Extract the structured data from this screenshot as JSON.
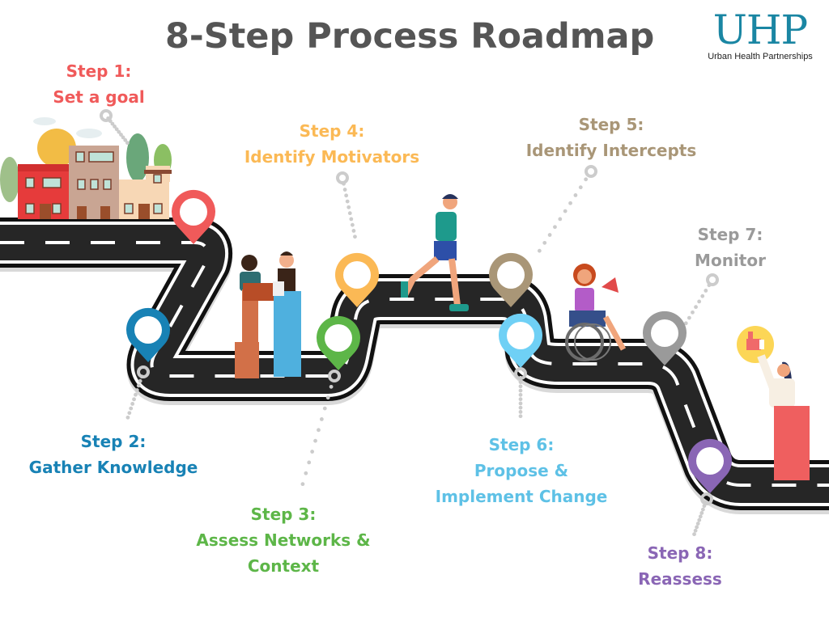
{
  "header": {
    "title": "8-Step Process Roadmap"
  },
  "logo": {
    "mark": "UHP",
    "subtitle": "Urban Health Partnerships",
    "color": "#1a86a3"
  },
  "steps": [
    {
      "number": "Step 1:",
      "lines": [
        "Set a goal"
      ],
      "color": "#f05a5a",
      "pin_color": "#f05a5a"
    },
    {
      "number": "Step 2:",
      "lines": [
        "Gather Knowledge"
      ],
      "color": "#1882b5",
      "pin_color": "#1882b5"
    },
    {
      "number": "Step 3:",
      "lines": [
        "Assess Networks &",
        "Context"
      ],
      "color": "#5db648",
      "pin_color": "#5db648"
    },
    {
      "number": "Step 4:",
      "lines": [
        "Identify Motivators"
      ],
      "color": "#fbb955",
      "pin_color": "#fbb955"
    },
    {
      "number": "Step 5:",
      "lines": [
        "Identify Intercepts"
      ],
      "color": "#a99677",
      "pin_color": "#a99677"
    },
    {
      "number": "Step 6:",
      "lines": [
        "Propose &",
        "Implement Change"
      ],
      "color": "#5ec1e6",
      "pin_color": "#6fd0f5"
    },
    {
      "number": "Step 7:",
      "lines": [
        "Monitor"
      ],
      "color": "#9a9a9a",
      "pin_color": "#9a9a9a"
    },
    {
      "number": "Step 8:",
      "lines": [
        "Reassess"
      ],
      "color": "#8a66b5",
      "pin_color": "#8a66b5"
    }
  ],
  "illustrations": [
    "town-buildings",
    "sun",
    "two-women-with-laptop-and-tablet",
    "jogging-man",
    "woman-in-wheelchair-with-megaphone",
    "woman-holding-thumbs-up-badge"
  ],
  "colors": {
    "road": "#262626",
    "road_edge": "#ffffff",
    "road_shadow": "#d9d9d9",
    "connector_dots": "#cccccc",
    "title": "#555555"
  }
}
